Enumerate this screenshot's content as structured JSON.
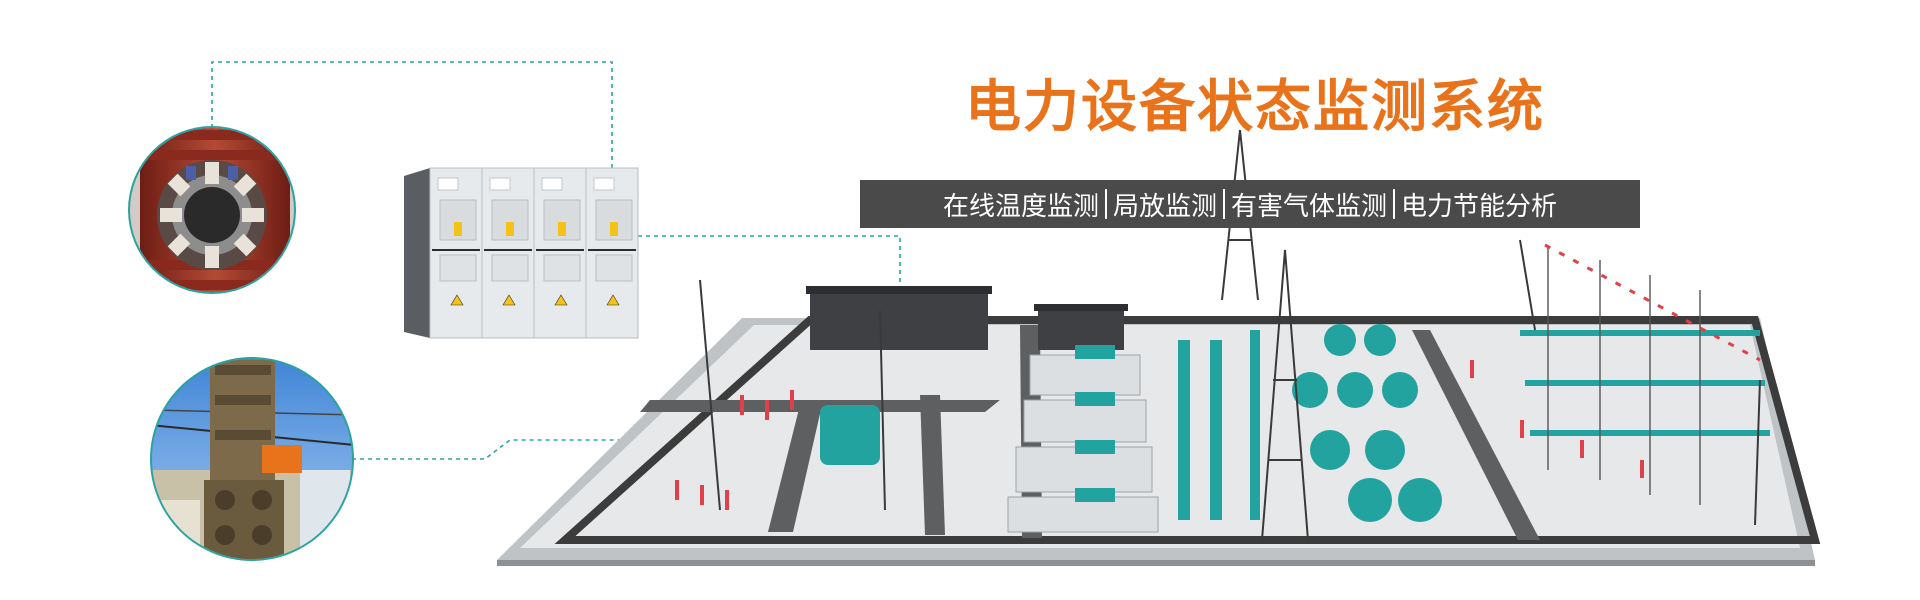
{
  "title": "电力设备状态监测系统",
  "features": [
    "在线温度监测",
    "局放监测",
    "有害气体监测",
    "电力节能分析"
  ],
  "colors": {
    "title": "#e8731a",
    "banner_bg": "#4a4a4a",
    "connector": "#2aa3a0",
    "equipment": "#22a39f",
    "insulator": "#e0404a",
    "platform": "#e4e4e4",
    "wall": "#3c3c3c"
  },
  "images": [
    {
      "name": "insulator-sensor-photo",
      "desc_icon": "circular-photo"
    },
    {
      "name": "cabinet-switchgear-illustration",
      "desc_icon": "switchgear"
    },
    {
      "name": "busbar-clamp-sensor-photo",
      "desc_icon": "circular-photo"
    },
    {
      "name": "substation-3d-model",
      "desc_icon": "substation"
    }
  ]
}
